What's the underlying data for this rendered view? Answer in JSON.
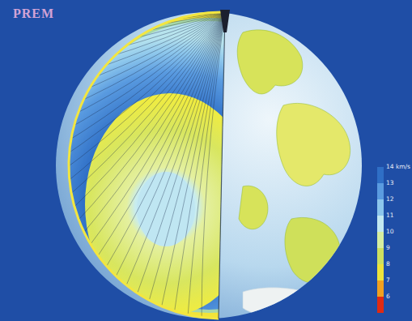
{
  "diagram": {
    "title": "PREM",
    "legend": [
      {
        "text": "14 km/s",
        "color": "#2f6fc6"
      },
      {
        "text": "13",
        "color": "#5a9be0"
      },
      {
        "text": "12",
        "color": "#8cc6ec"
      },
      {
        "text": "11",
        "color": "#c2e8f0"
      },
      {
        "text": "10",
        "color": "#d6eea0"
      },
      {
        "text": "9",
        "color": "#cde060"
      },
      {
        "text": "8",
        "color": "#ece33c"
      },
      {
        "text": "7",
        "color": "#f0a020"
      },
      {
        "text": "6",
        "color": "#e02a12"
      }
    ]
  }
}
